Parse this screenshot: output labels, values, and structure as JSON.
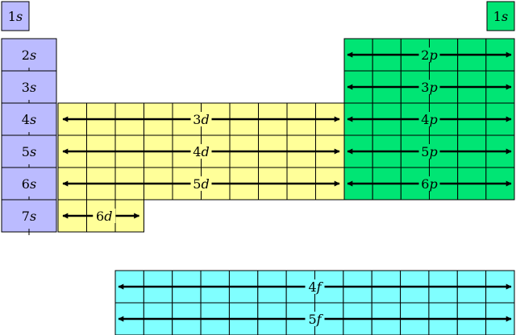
{
  "colors": {
    "s_block": "#bbbbff",
    "d_block": "#ffff99",
    "p_block": "#00e574",
    "f_block": "#80ffff",
    "grid_line": "#000000",
    "arrow": "#000000"
  },
  "blocks": {
    "s_left": [
      {
        "n": "1",
        "l": "s"
      },
      {
        "n": "2",
        "l": "s"
      },
      {
        "n": "3",
        "l": "s"
      },
      {
        "n": "4",
        "l": "s"
      },
      {
        "n": "5",
        "l": "s"
      },
      {
        "n": "6",
        "l": "s"
      },
      {
        "n": "7",
        "l": "s"
      }
    ],
    "s_right": {
      "n": "1",
      "l": "s"
    },
    "d_rows": [
      {
        "n": "3",
        "l": "d"
      },
      {
        "n": "4",
        "l": "d"
      },
      {
        "n": "5",
        "l": "d"
      },
      {
        "n": "6",
        "l": "d"
      }
    ],
    "p_rows": [
      {
        "n": "2",
        "l": "p"
      },
      {
        "n": "3",
        "l": "p"
      },
      {
        "n": "4",
        "l": "p"
      },
      {
        "n": "5",
        "l": "p"
      },
      {
        "n": "6",
        "l": "p"
      }
    ],
    "f_rows": [
      {
        "n": "4",
        "l": "f"
      },
      {
        "n": "5",
        "l": "f"
      }
    ]
  }
}
